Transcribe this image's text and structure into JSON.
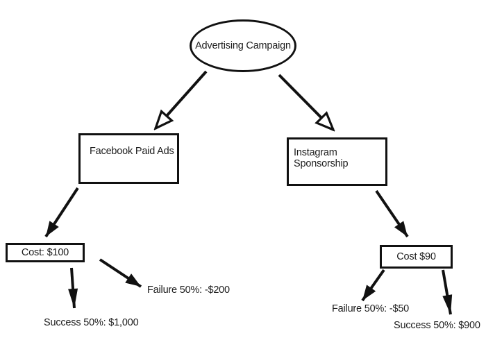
{
  "canvas": {
    "background_color": "#ffffff",
    "line_color": "#111111",
    "text_color": "#1c1c1c"
  },
  "diagram": {
    "type": "decision-tree",
    "root": {
      "label": "Advertising Campaign"
    },
    "left_branch": {
      "channel": "Facebook Paid Ads",
      "cost": "Cost: $100",
      "success": "Success 50%: $1,000",
      "failure": "Failure 50%: -$200"
    },
    "right_branch": {
      "channel": "Instagram Sponsorship",
      "cost": "Cost $90",
      "failure": "Failure 50%: -$50",
      "success": "Success 50%: $900"
    }
  }
}
